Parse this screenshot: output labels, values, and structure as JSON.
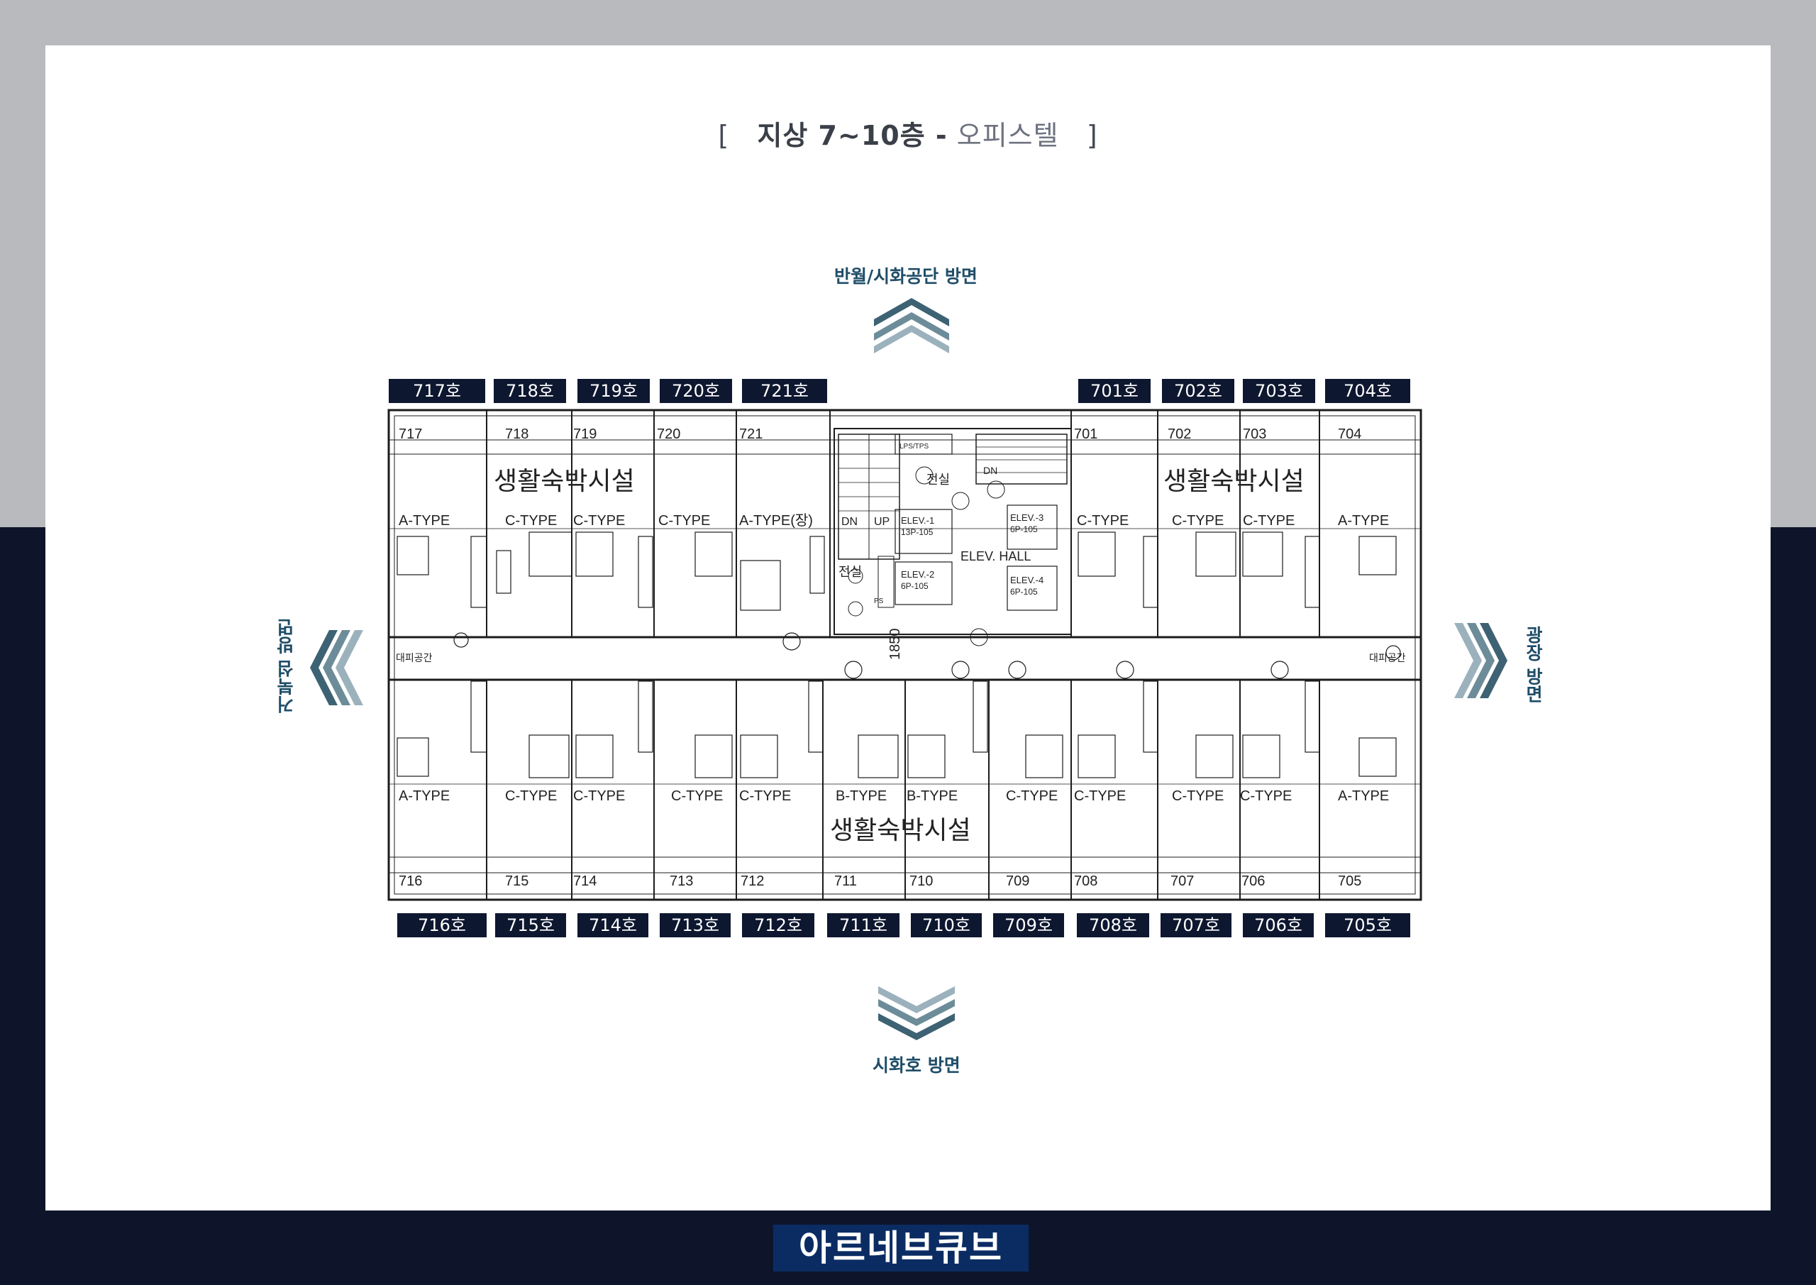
{
  "header": {
    "bracket_open": "[",
    "floor": "지상 7~10층 -",
    "use": "오피스텔",
    "bracket_close": "]"
  },
  "directions": {
    "top": "반월/시화공단 방면",
    "bottom": "시화호 방면",
    "left": "거북섬 방면",
    "right": "광장 방면"
  },
  "top_units": [
    "717호",
    "718호",
    "719호",
    "720호",
    "721호",
    "701호",
    "702호",
    "703호",
    "704호"
  ],
  "bottom_units": [
    "716호",
    "715호",
    "714호",
    "713호",
    "712호",
    "711호",
    "710호",
    "709호",
    "708호",
    "707호",
    "706호",
    "705호"
  ],
  "plan_labels": {
    "top_room_numbers": [
      "717",
      "718",
      "719",
      "720",
      "721",
      "701",
      "702",
      "703",
      "704"
    ],
    "bottom_room_numbers": [
      "716",
      "715",
      "714",
      "713",
      "712",
      "711",
      "710",
      "709",
      "708",
      "707",
      "706",
      "705"
    ],
    "facility_left": "생활숙박시설",
    "facility_right": "생활숙박시설",
    "facility_bottom": "생활숙박시설",
    "top_types": [
      "A-TYPE",
      "C-TYPE",
      "C-TYPE",
      "C-TYPE",
      "A-TYPE(장)",
      "C-TYPE",
      "C-TYPE",
      "C-TYPE",
      "A-TYPE"
    ],
    "bottom_types": [
      "A-TYPE",
      "C-TYPE",
      "C-TYPE",
      "C-TYPE",
      "C-TYPE",
      "B-TYPE",
      "B-TYPE",
      "C-TYPE",
      "C-TYPE",
      "C-TYPE",
      "C-TYPE",
      "A-TYPE"
    ],
    "refuge_left": "대피공간",
    "refuge_right": "대피공간",
    "electric_1": "전실",
    "electric_2": "전실",
    "dn": "DN",
    "up": "UP",
    "dn2": "DN",
    "elev_hall": "ELEV. HALL",
    "corridor_dim": "1850",
    "lps": "LPS/TPS",
    "ps": "PS",
    "elev_a": "ELEV.-1",
    "elev_a_sub": "13P-105",
    "elev_b": "ELEV.-2",
    "elev_b_sub": "6P-105",
    "elev_c": "ELEV.-3",
    "elev_c_sub": "6P-105",
    "elev_d": "ELEV.-4",
    "elev_d_sub": "6P-105"
  },
  "brand": {
    "name": "아르네브큐브"
  },
  "colors": {
    "navy": "#0e152b",
    "gray": "#b9babd",
    "accent": "#1f4d68",
    "chevron_dark": "#3d6273",
    "chevron_light": "#9bb2bd",
    "brand_box": "#0b2c63"
  }
}
